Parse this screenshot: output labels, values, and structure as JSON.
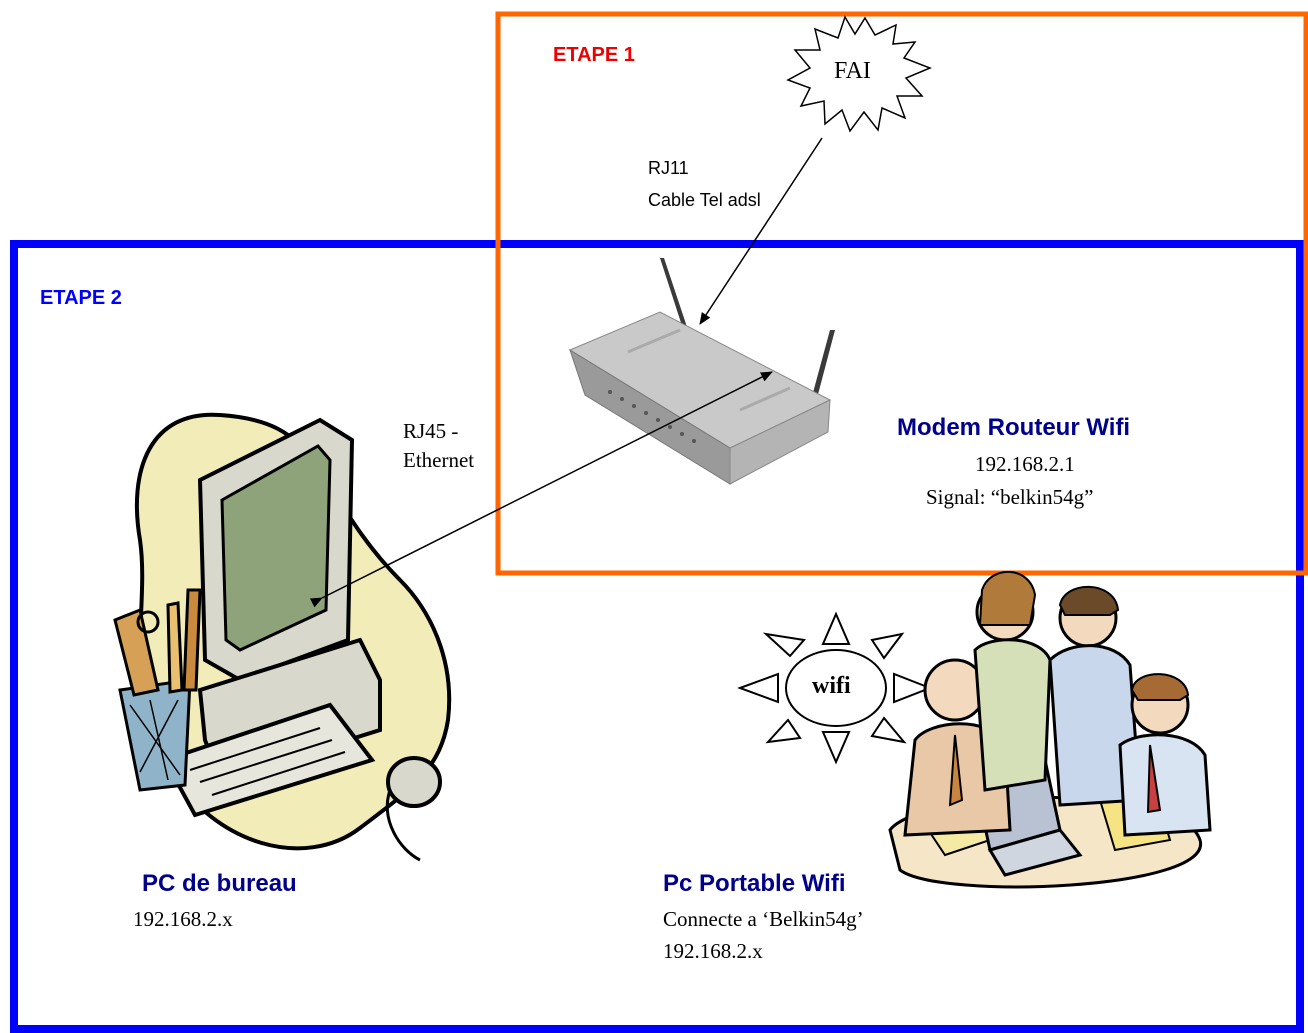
{
  "steps": {
    "step1": {
      "label": "ETAPE 1",
      "color": "#ee0000"
    },
    "step2": {
      "label": "ETAPE 2",
      "color": "#0000ff"
    }
  },
  "frames": {
    "step1_border": "#ff6600",
    "step2_border": "#0000ff"
  },
  "isp": {
    "label": "FAI"
  },
  "cable_rj11": {
    "line1": "RJ11",
    "line2": "Cable Tel adsl"
  },
  "cable_rj45": {
    "line1": "RJ45 -",
    "line2": "Ethernet"
  },
  "router": {
    "title": "Modem Routeur Wifi",
    "ip": "192.168.2.1",
    "signal": "Signal: “belkin54g”"
  },
  "wifi": {
    "label": "wifi"
  },
  "desktop": {
    "title": "PC de bureau",
    "ip": "192.168.2.x"
  },
  "laptop": {
    "title": "Pc Portable Wifi",
    "status": "Connecte a ‘Belkin54g’",
    "ip": "192.168.2.x"
  },
  "icons": [
    "starburst-icon",
    "router-icon",
    "desktop-computer-icon",
    "wifi-signal-icon",
    "people-laptop-icon"
  ]
}
